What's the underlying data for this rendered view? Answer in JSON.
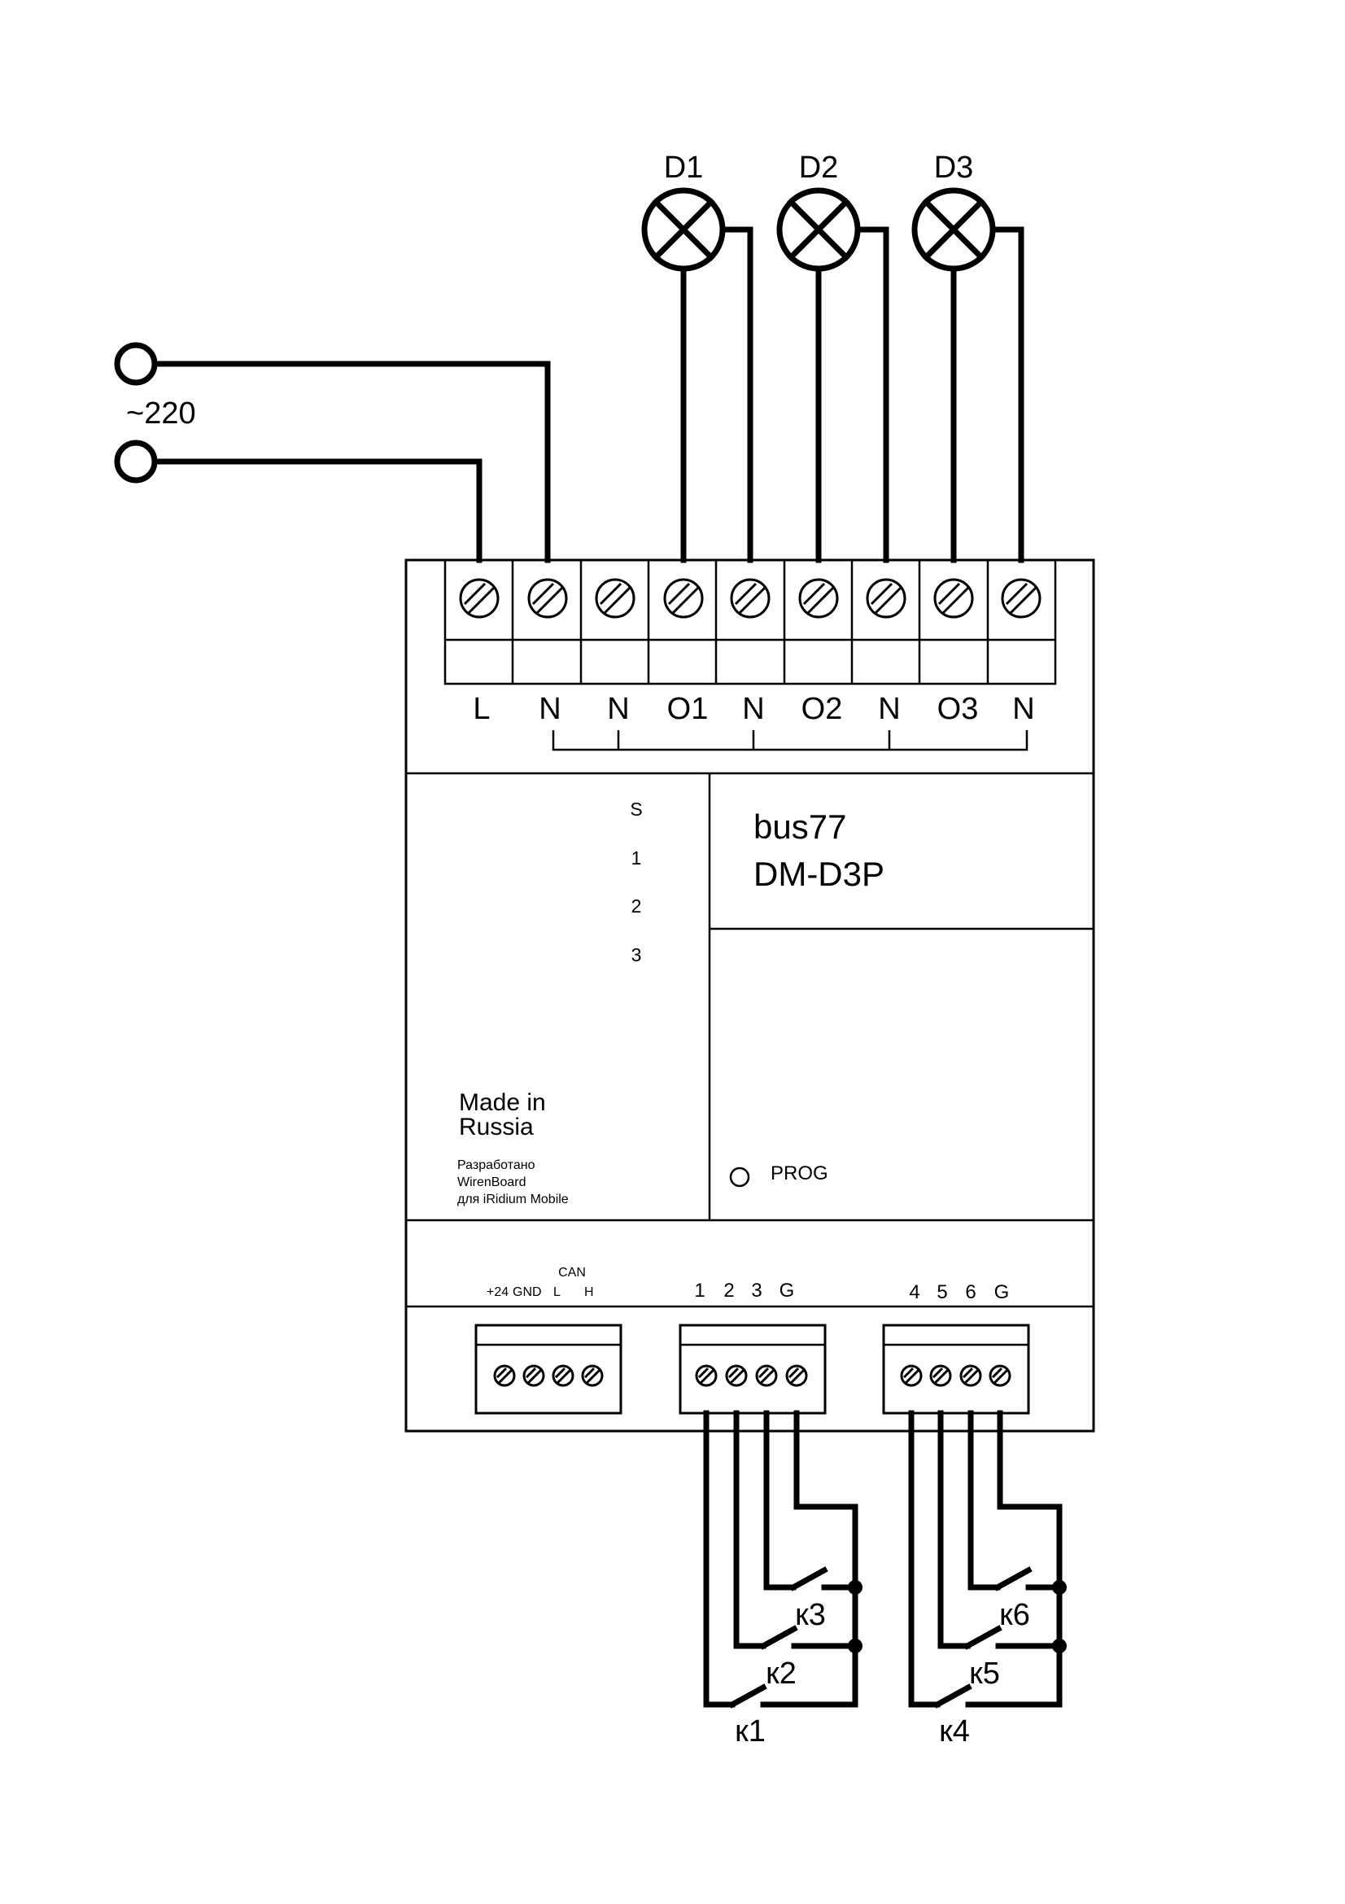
{
  "lamps": [
    {
      "label": "D1"
    },
    {
      "label": "D2"
    },
    {
      "label": "D3"
    }
  ],
  "supply_label": "~220",
  "terminals_top": [
    "L",
    "N",
    "N",
    "O1",
    "N",
    "O2",
    "N",
    "O3",
    "N"
  ],
  "led_labels": [
    "S",
    "1",
    "2",
    "3"
  ],
  "device": {
    "brand": "bus77",
    "model": "DM-D3P",
    "origin_line1": "Made in",
    "origin_line2": "Russia",
    "credit_line1": "Разработано",
    "credit_line2": "WirenBoard",
    "credit_line3": "для iRidium Mobile",
    "prog_label": "PROG"
  },
  "bottom_connectors": {
    "can_header": "CAN",
    "power_can_labels": [
      "+24",
      "GND",
      "L",
      "H"
    ],
    "inputs_a_labels": [
      "1",
      "2",
      "3",
      "G"
    ],
    "inputs_b_labels": [
      "4",
      "5",
      "6",
      "G"
    ]
  },
  "switches": [
    "к1",
    "к2",
    "к3",
    "к4",
    "к5",
    "к6"
  ]
}
